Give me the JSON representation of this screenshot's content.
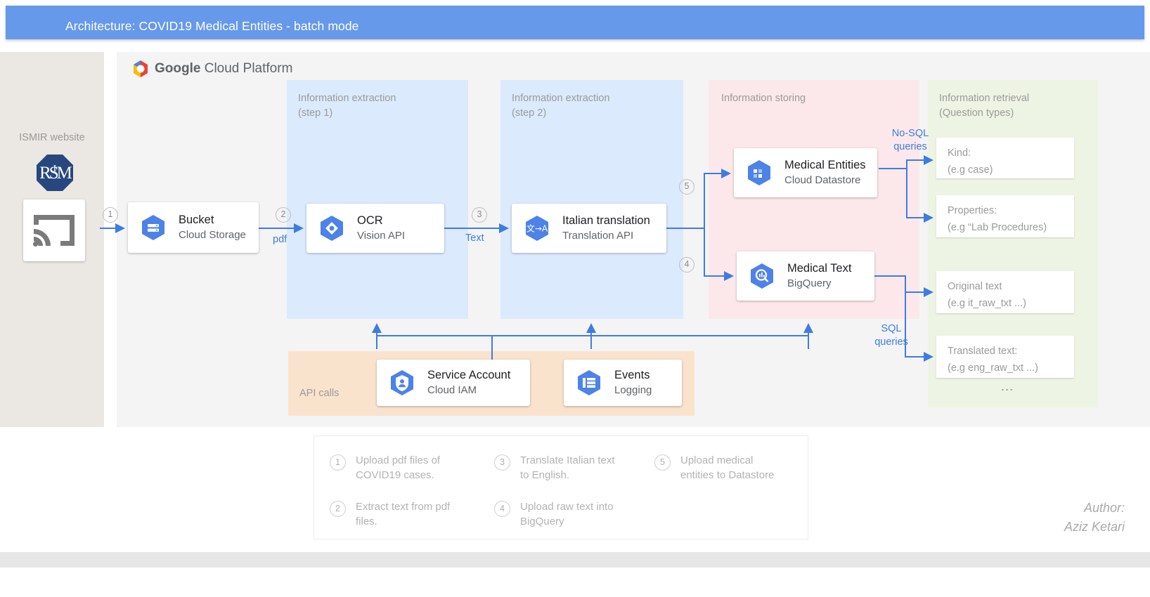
{
  "title": "Architecture: COVID19 Medical Entities - batch mode",
  "gcp": {
    "brand_bold": "Google",
    "brand_light": "Cloud Platform",
    "logo_icon": "gcp-hexagon-logo"
  },
  "left": {
    "label": "ISMIR website",
    "logo_icon": "ismir-octagon-logo",
    "device_icon": "cast-screen-icon"
  },
  "sections": {
    "ie1": {
      "line1": "Information extraction",
      "line2": "(step 1)"
    },
    "ie2": {
      "line1": "Information extraction",
      "line2": "(step 2)"
    },
    "storing": {
      "line1": "Information storing"
    },
    "retrieval": {
      "line1": "Information retrieval",
      "line2": "(Question  types)"
    },
    "api": {
      "label": "API calls"
    }
  },
  "nodes": {
    "bucket": {
      "title": "Bucket",
      "subtitle": "Cloud Storage",
      "icon": "cloud-storage-icon"
    },
    "ocr": {
      "title": "OCR",
      "subtitle": "Vision API",
      "icon": "vision-api-icon"
    },
    "trans": {
      "title": "Italian translation",
      "subtitle": "Translation API",
      "icon": "translation-api-icon",
      "glyph": "文→A"
    },
    "entities": {
      "title": "Medical Entities",
      "subtitle": "Cloud Datastore",
      "icon": "cloud-datastore-icon"
    },
    "bigquery": {
      "title": "Medical Text",
      "subtitle": "BigQuery",
      "icon": "bigquery-icon"
    },
    "iam": {
      "title": "Service Account",
      "subtitle": "Cloud IAM",
      "icon": "cloud-iam-icon"
    },
    "events": {
      "title": "Events",
      "subtitle": "Logging",
      "icon": "logging-icon"
    }
  },
  "retrieval_cards": [
    {
      "line1": "Kind:",
      "line2": "(e.g case)"
    },
    {
      "line1": "Properties:",
      "line2": "(e.g “Lab Procedures)"
    },
    {
      "line1": "Original text",
      "line2": "(e.g it_raw_txt ...)"
    },
    {
      "line1": "Translated text:",
      "line2": "(e.g eng_raw_txt ...)"
    }
  ],
  "retrieval_more": "⋮",
  "edge_labels": {
    "pdf": "pdf",
    "text": "Text",
    "nosql_l1": "No-SQL",
    "nosql_l2": "queries",
    "sql_l1": "SQL",
    "sql_l2": "queries"
  },
  "step_markers": {
    "s1": "1",
    "s2": "2",
    "s3": "3",
    "s4": "4",
    "s5": "5"
  },
  "legend": [
    {
      "num": "1",
      "line1": "Upload pdf files of",
      "line2": "COVID19 cases."
    },
    {
      "num": "2",
      "line1": "Extract text from pdf",
      "line2": "files."
    },
    {
      "num": "3",
      "line1": "Translate Italian text",
      "line2": "to English."
    },
    {
      "num": "4",
      "line1": "Upload raw text into",
      "line2": "BigQuery"
    },
    {
      "num": "5",
      "line1": "Upload medical",
      "line2": "entities to Datastore"
    }
  ],
  "author": {
    "line1": "Author:",
    "line2": "Aziz Ketari"
  },
  "colors": {
    "title_bar": "#6699ea",
    "panel_blue": "#dbeafc",
    "panel_pink": "#fce8ea",
    "panel_green": "#eef4e3",
    "panel_orange": "#fae3cd",
    "arrow_blue": "#3f7ce0",
    "node_hex": "#4d82e8",
    "left_pane": "#ebe7e2"
  }
}
